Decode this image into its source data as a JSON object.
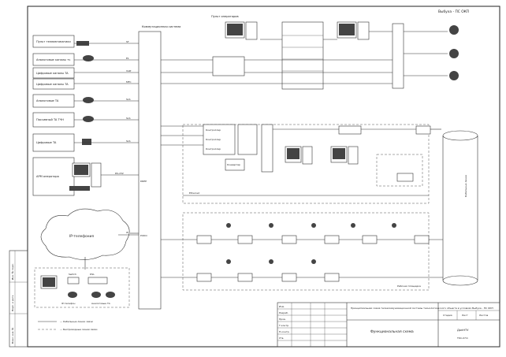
{
  "diagram": {
    "labels": {
      "top_right_title": "Выбуха - ПС ОКП",
      "operator_console": "Пульт операторов",
      "left_boxes": [
        "Пульт телеавтоматики",
        "Аналоговые каналы тч",
        "Цифровые каналы TA",
        "Цифровые каналы TA",
        "Аналоговые TA",
        "Пассивный TA ТЧН",
        "Цифровые TA",
        "АРМ оператора"
      ],
      "central_system": "Коммутационная система",
      "bottom_left_cloud": "IP-телефония",
      "ip_phone": "IP-телефон",
      "switch": "Switch",
      "dsl": "DSL",
      "analog_ta": "Аналоговые ТА",
      "cable_label": "Кабельная линия",
      "ethernet": "Ethernet",
      "rs232": "RS-232",
      "ip_label": "IP",
      "right_cable": "Кабельные линии",
      "plant_zone": "Рабочая площадка"
    },
    "interfaces": [
      "ST",
      "E1",
      "VoIP",
      "MFC",
      "SLS",
      "SLS",
      "SLS",
      "DREP",
      "PUDO"
    ],
    "modules": [
      "Контроллер",
      "Контроллер",
      "Контроллер",
      "Конвертер"
    ],
    "legend": [
      "— Кабельные линии связи",
      "— Беспроводные линии связи"
    ],
    "title_block": {
      "main_title": "Принципиальная схема телекоммуникационной системы технологического объекта в условиях Выбуха - ПС ОКП",
      "sub_title": "Функциональная схема",
      "rows": [
        "Изм.",
        "Разраб.",
        "Пров.",
        "Т.контр.",
        "Н.контр.",
        "Утв."
      ],
      "sheet_labels": [
        "Стадия",
        "Лист",
        "Листов"
      ],
      "org": "ДонНТУ",
      "group": "ТКС-07m"
    },
    "side_stamps": [
      "Инв. № подл.",
      "Подп. и дата",
      "Взам. инв. №"
    ]
  }
}
